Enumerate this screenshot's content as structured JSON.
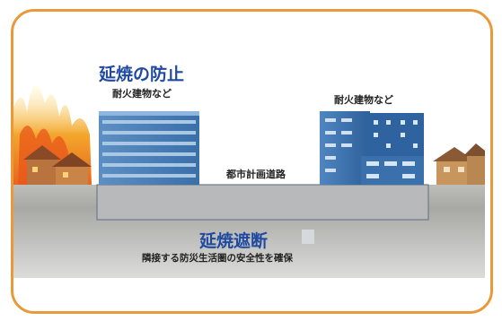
{
  "title_prevent": "延焼の防止",
  "label_left": "耐火建物など",
  "label_right": "耐火建物など",
  "label_road": "都市計画道路",
  "title_block": "延焼遮断",
  "caption": "隣接する防災生活圏の安全性を確保",
  "colors": {
    "frame": "#e89a3a",
    "title": "#1f4aa0",
    "ground": "#a9a9a6",
    "zone_outline": "#6d7a8a"
  }
}
